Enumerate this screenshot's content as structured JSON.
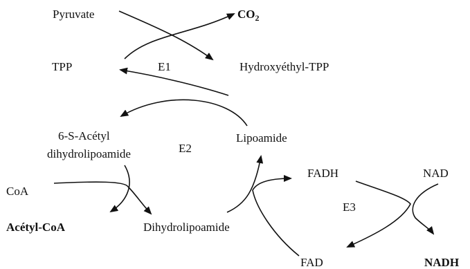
{
  "labels": {
    "pyruvate": "Pyruvate",
    "co2_main": "CO",
    "co2_sub": "2",
    "tpp": "TPP",
    "e1": "E1",
    "hydroxyethyl_tpp": "Hydroxyéthyl-TPP",
    "acetyl_dihydrolipoamide_line1": "6-S-Acétyl",
    "acetyl_dihydrolipoamide_line2": "dihydrolipoamide",
    "e2": "E2",
    "lipoamide": "Lipoamide",
    "fadh": "FADH",
    "nad": "NAD",
    "coa": "CoA",
    "e3": "E3",
    "acetyl_coa": "Acétyl-CoA",
    "dihydrolipoamide": "Dihydrolipoamide",
    "fad": "FAD",
    "nadh": "NADH"
  },
  "colors": {
    "ink": "#111111",
    "background": "#ffffff"
  }
}
